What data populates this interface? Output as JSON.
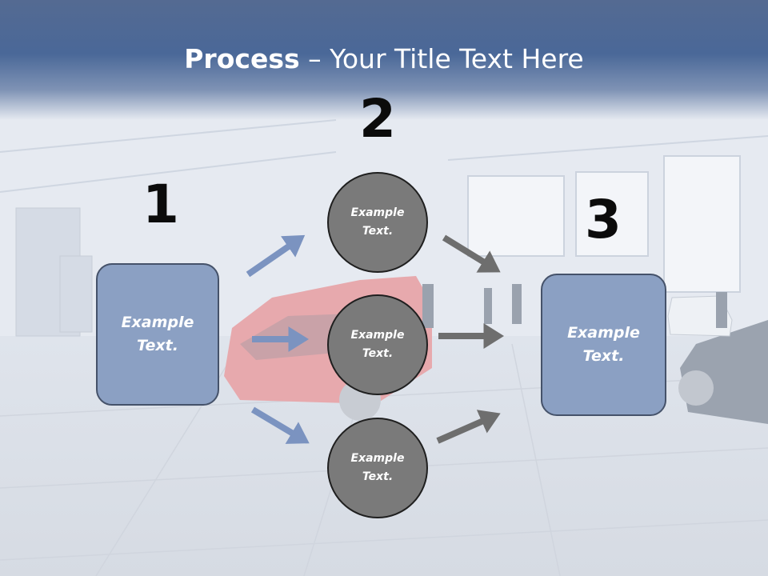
{
  "slide": {
    "title_bold": "Process",
    "title_rest": " – Your Title Text Here"
  },
  "steps": {
    "one": {
      "number": "1",
      "text": "Example Text."
    },
    "two": {
      "number": "2",
      "circles": [
        {
          "text": "Example Text."
        },
        {
          "text": "Example Text."
        },
        {
          "text": "Example Text."
        }
      ]
    },
    "three": {
      "number": "3",
      "text": "Example Text."
    }
  },
  "colors": {
    "header": "#4a6898",
    "box_fill": "#8ba0c3",
    "circle_fill": "#7a7a7a",
    "blue_arrow": "#7b93c0",
    "gray_arrow": "#6e6e6e"
  }
}
